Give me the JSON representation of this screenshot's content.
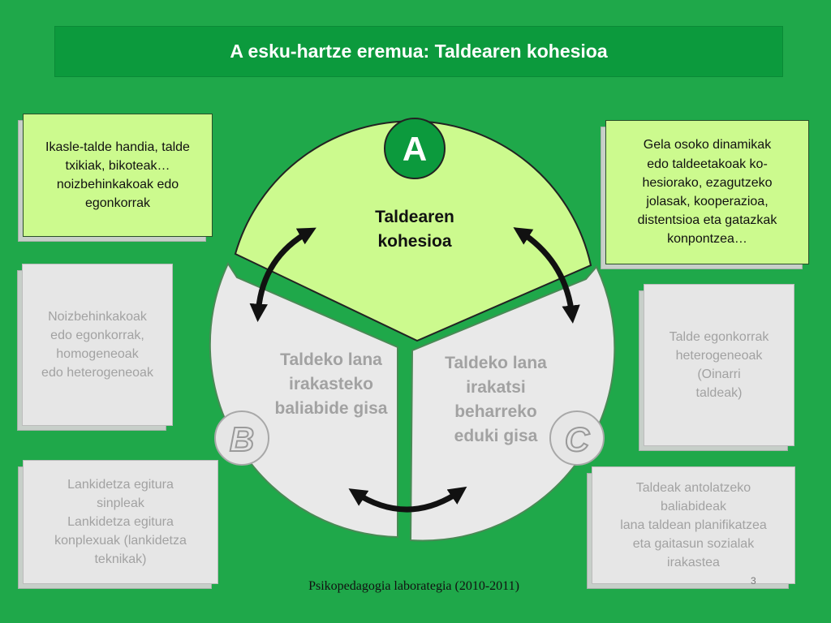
{
  "title": "A esku-hartze eremua: Taldearen kohesioa",
  "circles": {
    "a": "A",
    "b": "B",
    "c": "C"
  },
  "segments": {
    "a_line1": "Taldearen",
    "a_line2": "kohesioa",
    "b_line1": "Taldeko lana",
    "b_line2": "irakasteko",
    "b_line3": "baliabide gisa",
    "c_line1": "Taldeko lana",
    "c_line2": "irakatsi",
    "c_line3": "beharreko",
    "c_line4": "eduki gisa"
  },
  "boxes": {
    "top_left": "Ikasle-talde handia, talde\ntxikiak, bikoteak…\nnoizbehinkakoak edo\negonkorrak",
    "top_right": "Gela osoko dinamikak\nedo taldeetakoak ko-\nhesiorako, ezagutzeko\n    jolasak, kooperazioa,\ndistentsioa eta gatazkak\nkonpontzea…",
    "mid_left": "Noizbehinkakoak\nedo egonkorrak,\nhomogeneoak\nedo heterogeneoak",
    "mid_right": "Talde egonkorrak\nheterogeneoak\n(Oinarri\ntaldeak)",
    "bottom_left": "Lankidetza egitura\nsinpleak\nLankidetza egitura\nkonplexuak (lankidetza\nteknikak)",
    "bottom_right": "Taldeak antolatzeko\nbaliabideak\nlana taldean planifikatzea\neta gaitasun sozialak\nirakastea"
  },
  "footer": "Psikopedagogia laborategia (2010-2011)",
  "page_number": "3",
  "colors": {
    "background": "#1fa84a",
    "title_bar": "#0c9a3d",
    "active_fill": "#ccfa8e",
    "inactive_fill": "#e6e6e6",
    "circle_a": "#0c9a3d",
    "inactive_text": "#a2a2a2"
  }
}
